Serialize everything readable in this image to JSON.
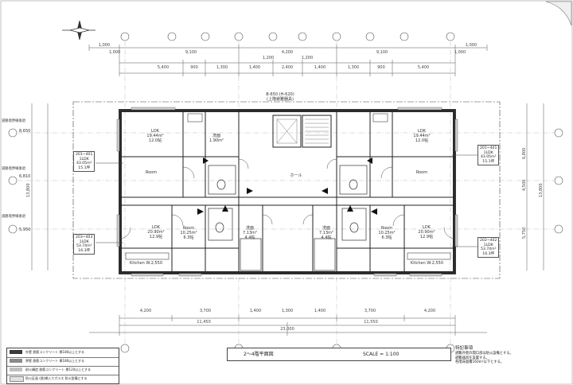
{
  "top_dims_outer": [
    "1,000",
    "1,000",
    "9,100",
    "4,200",
    "9,100",
    "1,000",
    "1,000"
  ],
  "top_dims_inner": [
    "5,400",
    "900",
    "1,300",
    "1,400",
    "1,200",
    "2,400",
    "1,200",
    "1,400",
    "1,300",
    "900",
    "5,400"
  ],
  "bottom_dims_inner": [
    "4,200",
    "3,700",
    "1,400",
    "1,300",
    "1,400",
    "3,700",
    "4,200"
  ],
  "bottom_dims_mid": [
    "11,450",
    "11,550"
  ],
  "bottom_dims_total": "23,000",
  "left_dims": [
    "13,800",
    "8,650",
    "6,810",
    "5,950"
  ],
  "right_dims": [
    "13,800",
    "6,800",
    "4,500",
    "5,750"
  ],
  "left_notes": [
    "道路境界線後退",
    "道路境界線後退",
    "道路境界線後退"
  ],
  "corridor_label": "B-650 (H-620)",
  "corridor_sub": "(上階避難器具)",
  "hall_label": "ホール",
  "rooms": {
    "ldk_tl": {
      "name": "LDK",
      "area": "19.44m²",
      "jou": "12.0帖"
    },
    "wash_tl": {
      "name": "洗面",
      "area": "1.90m²"
    },
    "ldk_tr": {
      "name": "LDK",
      "area": "19.44m²",
      "jou": "12.0帖"
    },
    "room_tl": {
      "name": "Room",
      "area": "",
      "jou": ""
    },
    "room_tr": {
      "name": "Room",
      "area": "",
      "jou": ""
    },
    "ldk_bl": {
      "name": "LDK",
      "area": "20.90m²",
      "jou": "12.9帖"
    },
    "room_bl": {
      "name": "Room",
      "area": "10.25m²",
      "jou": "6.3帖"
    },
    "wash_bl": {
      "name": "洗面",
      "area": "7.13m²",
      "jou": "4.4帖"
    },
    "wash_br": {
      "name": "洗面",
      "area": "7.13m²",
      "jou": "4.4帖"
    },
    "room_br": {
      "name": "Room",
      "area": "10.25m²",
      "jou": "6.3帖"
    },
    "ldk_br": {
      "name": "LDK",
      "area": "20.90m²",
      "jou": "12.9帖"
    }
  },
  "units": {
    "u201": {
      "id": "201~401",
      "type": "1LDK",
      "area": "43.05m²",
      "jou": "15.1坪"
    },
    "u202": {
      "id": "201~401",
      "type": "1LDK",
      "area": "43.05m²",
      "jou": "15.1坪"
    },
    "u203": {
      "id": "203~403",
      "type": "1LDK",
      "area": "53.74m²",
      "jou": "16.3坪"
    },
    "u204": {
      "id": "202~402",
      "type": "1LDK",
      "area": "53.74m²",
      "jou": "16.3坪"
    }
  },
  "kitchen_labels": [
    "Kitchen W:2,550",
    "Kitchen W:2,550"
  ],
  "title": "2～4階平面図",
  "scale": "SCALE = 1:100",
  "legend": [
    {
      "swatch": "#3a3a3a",
      "text": "外壁  鉄筋コンクリート  厚180以上とする"
    },
    {
      "swatch": "#8a8a8a",
      "text": "界壁  鉄筋コンクリート  厚180以上とする"
    },
    {
      "swatch": "#c0c0c0",
      "text": "耐火構造  鉄筋コンクリート  厚120以上とする"
    },
    {
      "swatch": "#e2e2e2",
      "text": "防火区画  (鉄)網入りガラス  防火設備とする"
    }
  ],
  "notes_title": "特記事項",
  "notes": [
    "避難外壁の開口部は防火設備とする。",
    "避難器具を設置する。",
    "各階床面積160m²以下とする。"
  ],
  "colors": {
    "line": "#222222",
    "wall": "#2b2b2b",
    "dim": "#555555",
    "grid": "#888888"
  }
}
